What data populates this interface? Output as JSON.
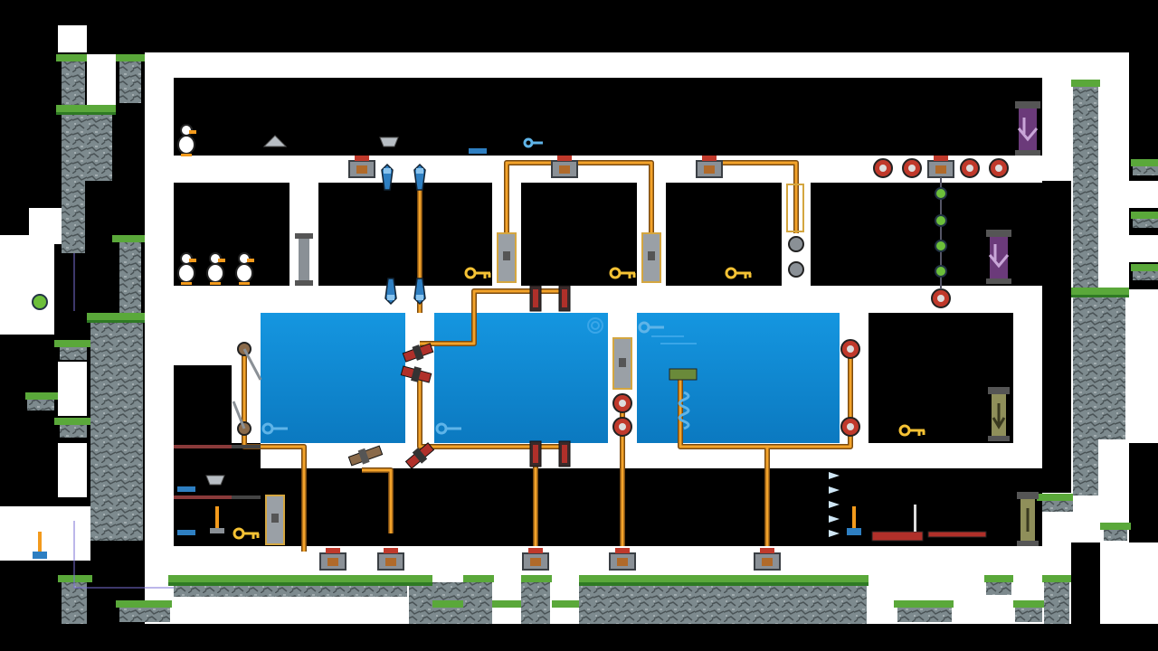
{
  "scene": {
    "title": "",
    "colors": {
      "background": "#000000",
      "wall": "#ffffff",
      "water": "#0f8ad4",
      "water_dark": "#0a6fb0",
      "grass": "#5aa83a",
      "grass_dark": "#2f7a24",
      "rock": "#7d8a8e",
      "rock_dark": "#4a5356",
      "wire": "#f3a32a",
      "wire_dark": "#7a4a10",
      "button_cap": "#c0392b",
      "button_body": "#8a9096",
      "key": "#f5c234",
      "door": "#9aa0a6",
      "portal": "#6b3a7a",
      "duck": "#ffffff",
      "gun_red": "#b0302a"
    },
    "entities": {
      "ducks": 4,
      "buttons": 9,
      "keys": 5,
      "faded_keys": 4,
      "doors": 5,
      "portals": 2,
      "exit_pads": 2,
      "saws": 6,
      "turrets": 12,
      "springs": 1,
      "mines": 5,
      "hammers": 3,
      "hats": 2,
      "pistols": 3
    }
  }
}
